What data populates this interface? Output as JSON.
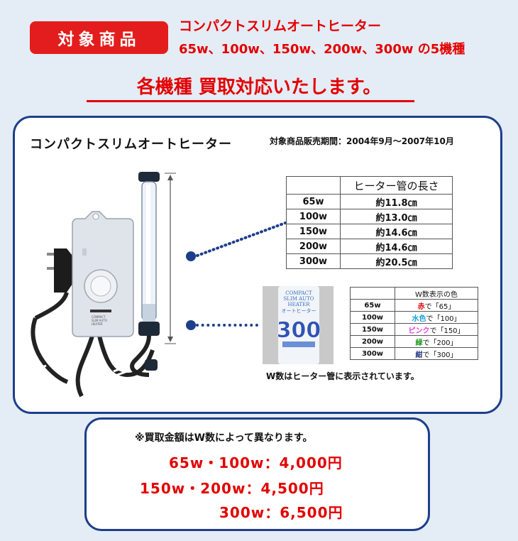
{
  "badge": "対象商品",
  "header": {
    "line1": "コンパクトスリムオートヒーター",
    "line2": "65w、100w、150w、200w、300w の5機種"
  },
  "headline": "各機種 買取対応いたします。",
  "product": {
    "title": "コンパクトスリムオートヒーター",
    "period": "対象商品販売期間：2004年9月～2007年10月",
    "device_label_lines": [
      "COMPACT",
      "SLIM AUTO",
      "HEATER"
    ],
    "tube_label": {
      "lines": [
        "COMPACT",
        "SLIM AUTO",
        "HEATER",
        "オートヒーター"
      ],
      "number": "300"
    }
  },
  "length_table": {
    "header": "ヒーター管の長さ",
    "rows": [
      {
        "w": "65w",
        "len": "約11.8㎝"
      },
      {
        "w": "100w",
        "len": "約13.0㎝"
      },
      {
        "w": "150w",
        "len": "約14.6㎝"
      },
      {
        "w": "200w",
        "len": "約14.6㎝"
      },
      {
        "w": "300w",
        "len": "約20.5㎝"
      }
    ]
  },
  "color_table": {
    "header": "W数表示の色",
    "rows": [
      {
        "w": "65w",
        "color": "赤",
        "suffix": "で「65」",
        "hex": "#e00000"
      },
      {
        "w": "100w",
        "color": "水色",
        "suffix": "で「100」",
        "hex": "#1a9fe0"
      },
      {
        "w": "150w",
        "color": "ピンク",
        "suffix": "で「150」",
        "hex": "#e040e0"
      },
      {
        "w": "200w",
        "color": "緑",
        "suffix": "で「200」",
        "hex": "#1a9a1a"
      },
      {
        "w": "300w",
        "color": "紺",
        "suffix": "で「300」",
        "hex": "#1b2d7a"
      }
    ]
  },
  "wattage_note": "W数はヒーター管に表示されています。",
  "price": {
    "note": "※買取金額はW数によって異なります。",
    "lines": [
      "65w・100w：4,000円",
      "150w・200w：4,500円",
      "300w：6,500円"
    ]
  },
  "colors": {
    "accent_red": "#e30000",
    "badge_red": "#e31d1d",
    "border_navy": "#1d3f8a",
    "background": "#e4ecf6"
  }
}
